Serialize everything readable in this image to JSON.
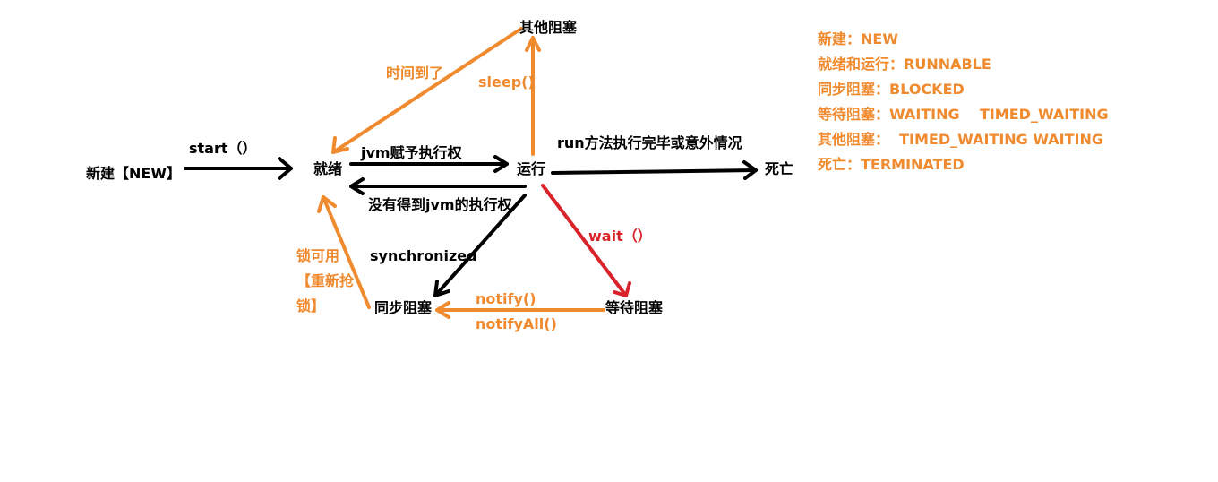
{
  "nodes": {
    "new": "新建【NEW】",
    "ready": "就绪",
    "running": "运行",
    "dead": "死亡",
    "other_blocked": "其他阻塞",
    "sync_blocked": "同步阻塞",
    "waiting_blocked": "等待阻塞"
  },
  "edges": {
    "start": "start（）",
    "jvm_grant": "jvm赋予执行权",
    "no_jvm": "没有得到jvm的执行权",
    "run_done": "run方法执行完毕或意外情况",
    "time_up": "时间到了",
    "sleep": "sleep()",
    "synchronized": "synchronized",
    "wait": "wait（）",
    "notify": "notify()",
    "notify_all": "notifyAll()",
    "lock_available_1": "锁可用",
    "lock_available_2": "【重新抢",
    "lock_available_3": "锁】"
  },
  "legend": [
    "新建：NEW",
    "就绪和运行：RUNNABLE",
    "同步阻塞：BLOCKED",
    "等待阻塞：WAITING    TIMED_WAITING",
    "其他阻塞：  TIMED_WAITING WAITING",
    "死亡：TERMINATED"
  ],
  "colors": {
    "black": "#000000",
    "orange": "#f08a2e",
    "red": "#d8232a"
  }
}
